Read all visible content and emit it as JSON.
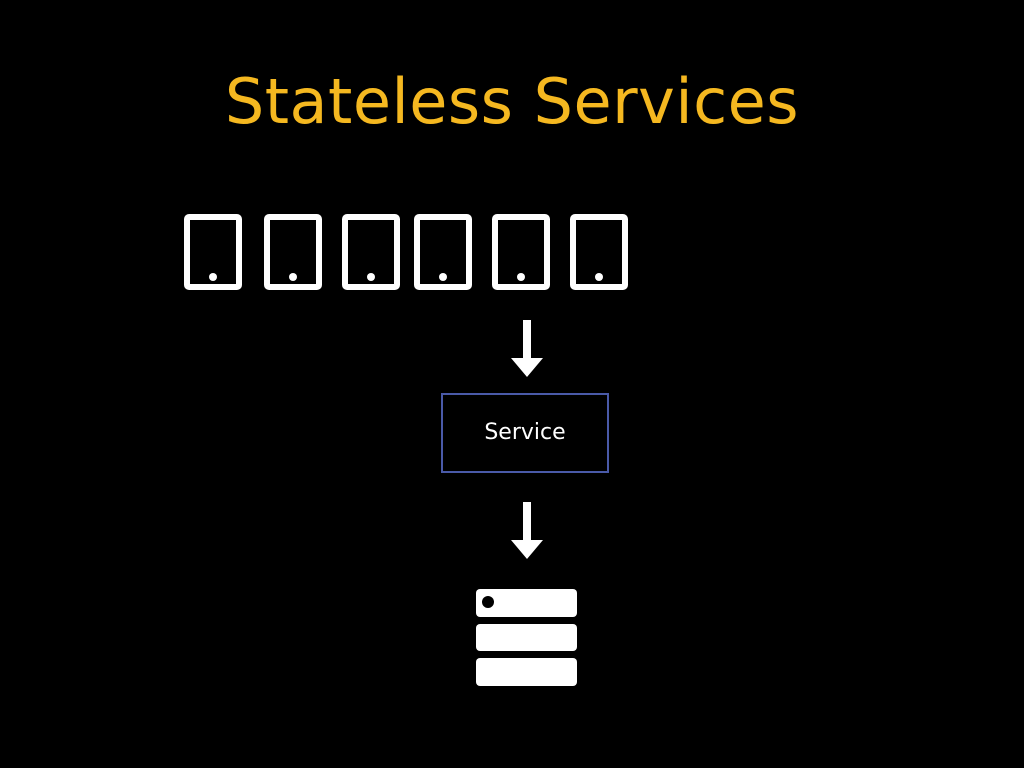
{
  "slide": {
    "title": "Stateless Services",
    "service_label": "Service"
  },
  "devices": {
    "count": 6,
    "icon": "tablet-icon"
  },
  "icons": {
    "arrow_icon": "arrow-down-icon",
    "database_icon": "database-server-icon"
  },
  "colors": {
    "background": "#000000",
    "title": "#F5B820",
    "icon": "#FFFFFF",
    "service_border": "#4A5AA8",
    "service_text": "#FFFFFF"
  }
}
